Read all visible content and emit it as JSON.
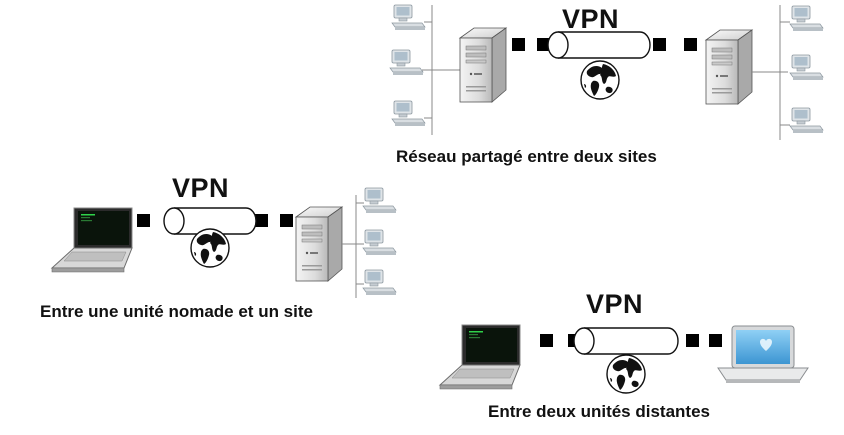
{
  "scenarios": [
    {
      "id": "site-to-site",
      "vpn_label": "VPN",
      "caption": "Réseau partagé entre deux sites"
    },
    {
      "id": "nomad-to-site",
      "vpn_label": "VPN",
      "caption": "Entre une unité nomade et un site"
    },
    {
      "id": "device-to-device",
      "vpn_label": "VPN",
      "caption": "Entre deux unités distantes"
    }
  ],
  "colors": {
    "text": "#111111",
    "link_block": "#000000",
    "server_body": "#e4e4e4",
    "workstation": "#cfd6dc",
    "laptop_screen": "#0f1a10",
    "macbook_screen": "#5fb4e6",
    "globe": "#4a4a4a"
  },
  "icons": {
    "server": "server-tower-icon",
    "workstation": "desktop-workstation-icon",
    "laptop": "laptop-icon",
    "macbook": "macbook-icon",
    "globe": "globe-icon",
    "tunnel": "vpn-tunnel-pipe"
  }
}
